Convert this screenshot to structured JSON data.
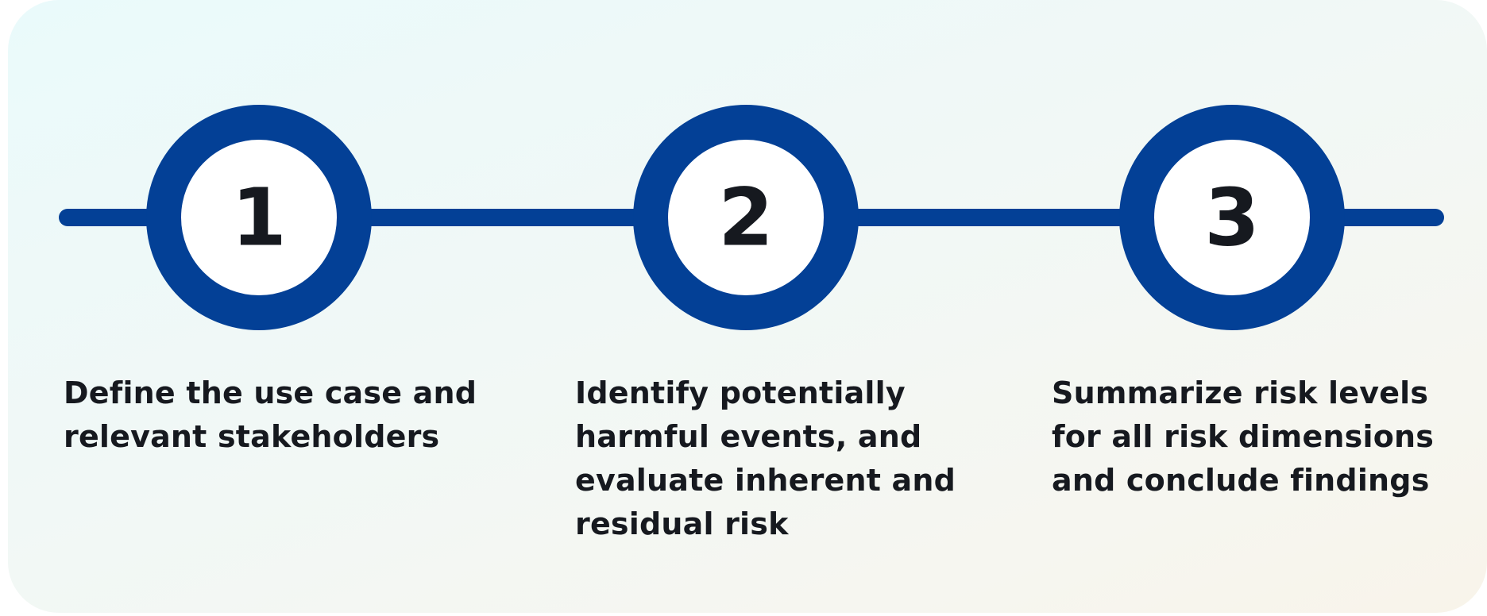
{
  "colors": {
    "accent": "#034096",
    "text": "#16191f",
    "circle_fill": "#ffffff"
  },
  "steps": [
    {
      "number": "1",
      "lines": [
        "Define the use case and",
        "relevant stakeholders"
      ]
    },
    {
      "number": "2",
      "lines": [
        "Identify potentially",
        "harmful events, and",
        "evaluate inherent and",
        "residual risk"
      ]
    },
    {
      "number": "3",
      "lines": [
        "Summarize risk levels",
        "for all risk dimensions",
        "and conclude findings"
      ]
    }
  ]
}
